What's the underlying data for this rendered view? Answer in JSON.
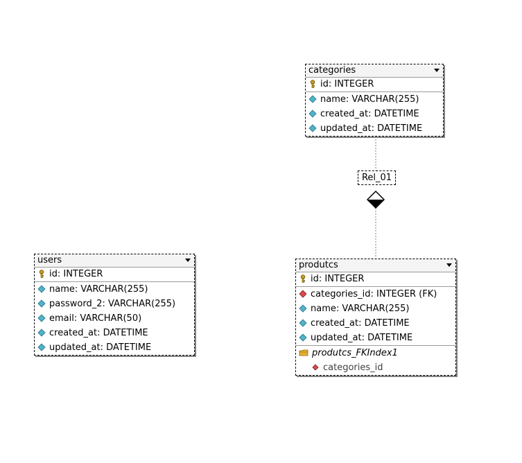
{
  "tables": {
    "categories": {
      "name": "categories",
      "pk": "id: INTEGER",
      "columns": [
        "name: VARCHAR(255)",
        "created_at: DATETIME",
        "updated_at: DATETIME"
      ]
    },
    "users": {
      "name": "users",
      "pk": "id: INTEGER",
      "columns": [
        "name: VARCHAR(255)",
        "password_2: VARCHAR(255)",
        "email: VARCHAR(50)",
        "created_at: DATETIME",
        "updated_at: DATETIME"
      ]
    },
    "produtcs": {
      "name": "produtcs",
      "pk": "id: INTEGER",
      "fk": "categories_id: INTEGER (FK)",
      "columns": [
        "name: VARCHAR(255)",
        "created_at: DATETIME",
        "updated_at: DATETIME"
      ],
      "index_name": "produtcs_FKIndex1",
      "index_column": "categories_id"
    }
  },
  "relations": [
    {
      "name": "Rel_01",
      "from": "categories",
      "to": "produtcs"
    }
  ],
  "icons": {
    "pk": "key-icon",
    "column": "cyan-diamond-icon",
    "fk": "red-diamond-icon",
    "index": "folder-icon"
  },
  "colors": {
    "column_diamond": "#4fb3c9",
    "fk_diamond": "#d94b4b",
    "key": "#c8a020",
    "folder": "#e8b030"
  }
}
